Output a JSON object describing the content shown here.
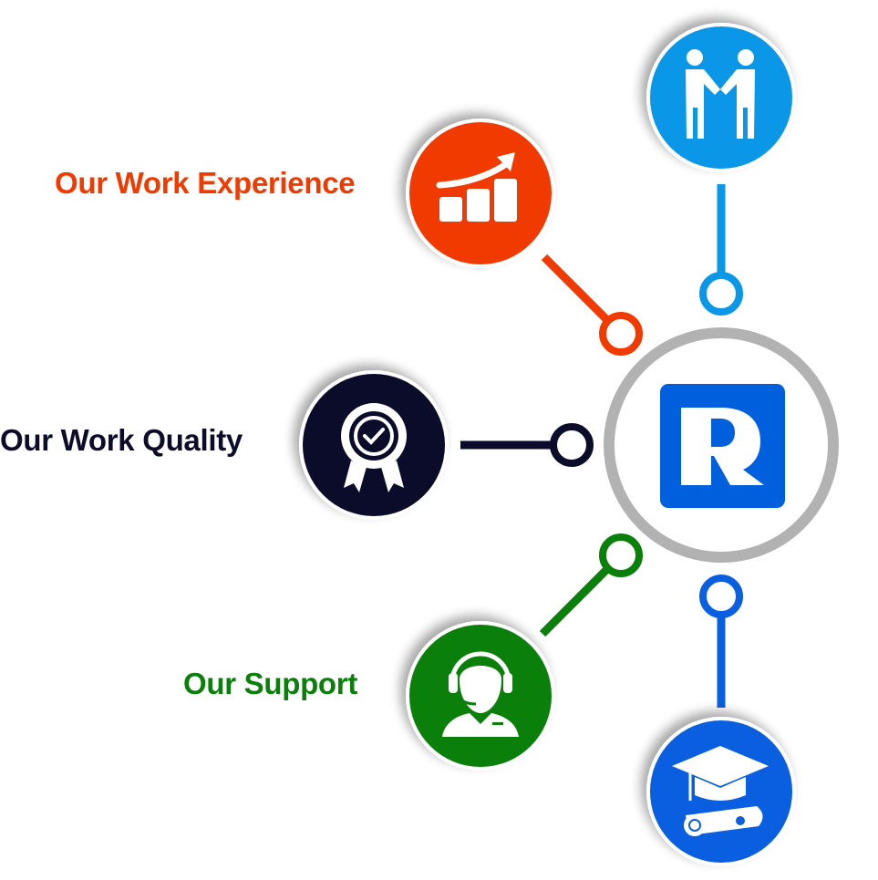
{
  "colors": {
    "experience": "#F03A00",
    "partnership": "#0A97E8",
    "quality": "#0B0B2A",
    "support": "#0A800A",
    "education": "#0A5FE0",
    "hub_ring": "#B2B2B2",
    "logo": "#005FDD"
  },
  "labels": {
    "experience": "Our Work Experience",
    "quality": "Our Work Quality",
    "support": "Our Support"
  },
  "logo": {
    "letter": "R"
  },
  "icons": {
    "experience": "growth-chart-icon",
    "partnership": "handshake-icon",
    "quality": "quality-badge-icon",
    "support": "headset-agent-icon",
    "education": "graduation-cap-diploma-icon"
  }
}
